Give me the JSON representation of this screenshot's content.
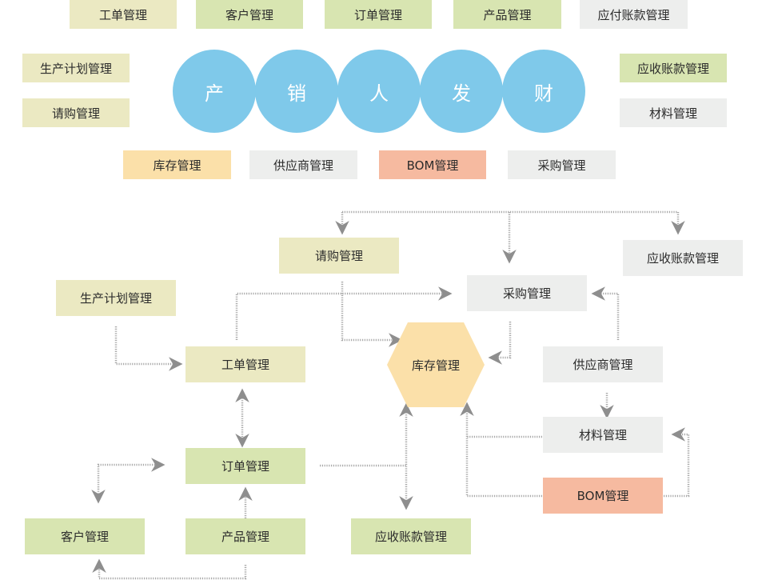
{
  "legend": {
    "row1": [
      "工单管理",
      "客户管理",
      "订单管理",
      "产品管理",
      "应付账款管理"
    ],
    "left": [
      "生产计划管理",
      "请购管理"
    ],
    "circles": [
      "产",
      "销",
      "人",
      "发",
      "财"
    ],
    "right": [
      "应收账款管理",
      "材料管理"
    ],
    "row3": [
      "库存管理",
      "供应商管理",
      "BOM管理",
      "采购管理"
    ]
  },
  "flow": {
    "requisition": "请购管理",
    "receivable_top": "应收账款管理",
    "production_plan": "生产计划管理",
    "purchase": "采购管理",
    "work_order": "工单管理",
    "inventory": "库存管理",
    "supplier": "供应商管理",
    "material": "材料管理",
    "order": "订单管理",
    "bom": "BOM管理",
    "customer": "客户管理",
    "product": "产品管理",
    "receivable_bottom": "应收账款管理"
  },
  "colors": {
    "khaki": "#ebe9c2",
    "green": "#d8e5b1",
    "gray": "#edeeed",
    "orange": "#fbe0a9",
    "salmon": "#f6baa0",
    "circle": "#7fc9ea",
    "connector": "#9a9a9a"
  }
}
